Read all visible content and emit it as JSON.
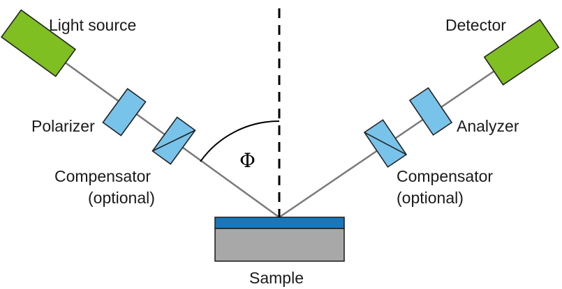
{
  "labels": {
    "light_source": "Light source",
    "polarizer": "Polarizer",
    "compensator_left_line1": "Compensator",
    "compensator_left_line2": "(optional)",
    "detector": "Detector",
    "analyzer": "Analyzer",
    "compensator_right_line1": "Compensator",
    "compensator_right_line2": "(optional)",
    "angle_symbol": "Φ",
    "sample": "Sample"
  },
  "colors": {
    "source_detector": "#7fbf22",
    "optics": "#78c3ea",
    "sample_top": "#1878bd",
    "sample_base": "#a8a8a8",
    "beam": "#7a7a7a",
    "outline": "#222222"
  }
}
